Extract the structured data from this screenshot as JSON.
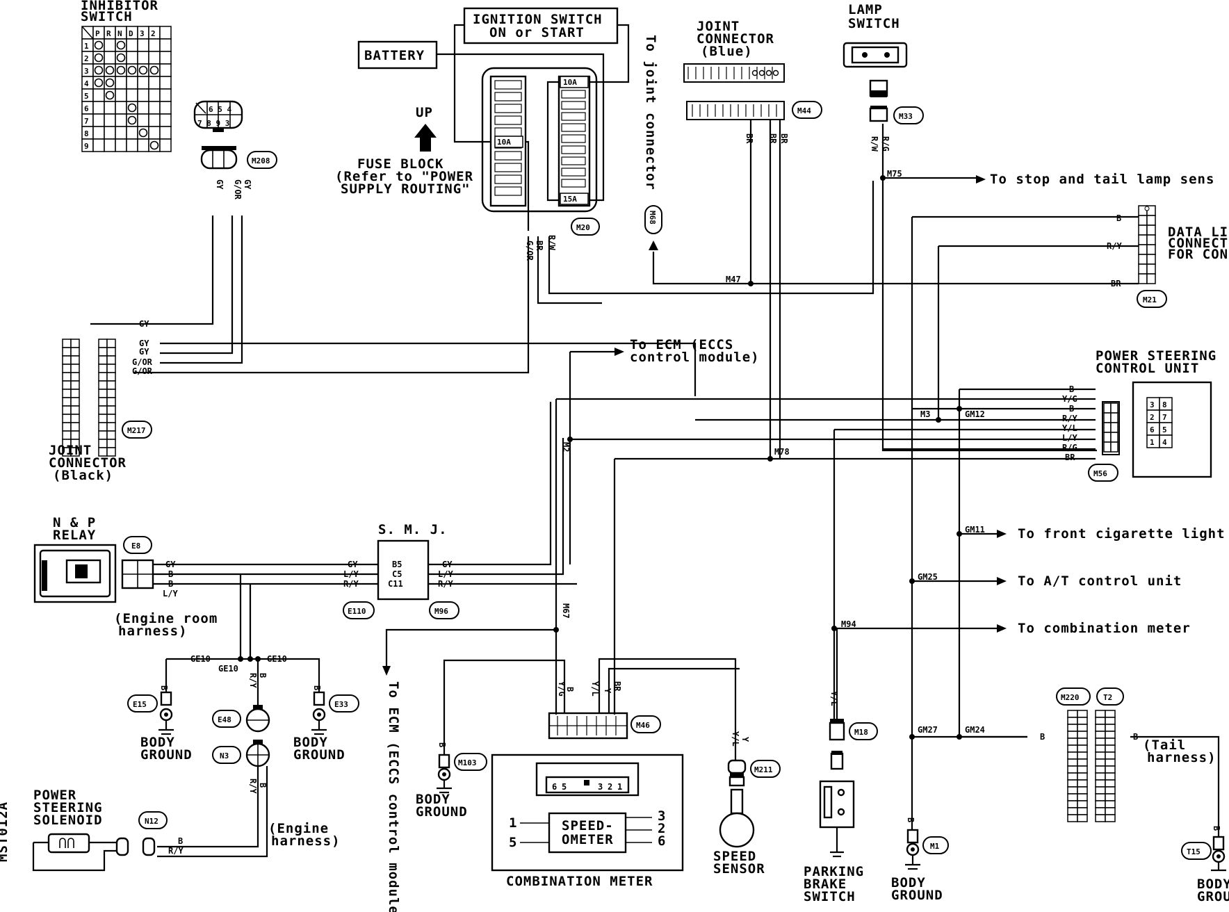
{
  "labels": {
    "inhibitor_switch": [
      "INHIBITOR",
      "SWITCH"
    ],
    "inhibitor_header": [
      "P",
      "R",
      "N",
      "D",
      "3",
      "2"
    ],
    "inhibitor_rows": [
      "1",
      "2",
      "3",
      "4",
      "5",
      "6",
      "7",
      "8",
      "9"
    ],
    "inhibitor_plug_top": "6 5 4",
    "inhibitor_plug_bottom": "7 8 9 3",
    "ignition_switch": [
      "IGNITION SWITCH",
      "ON or START"
    ],
    "battery": "BATTERY",
    "up": "UP",
    "fuse_block": [
      "FUSE BLOCK",
      "(Refer to \"POWER",
      "SUPPLY ROUTING\""
    ],
    "fuse_10a_a": "10A",
    "fuse_10a_b": "10A",
    "fuse_15a": "15A",
    "to_joint_connector": "To joint connector",
    "joint_connector_blue": [
      "JOINT",
      "CONNECTOR",
      "(Blue)"
    ],
    "lamp_switch": [
      "LAMP",
      "SWITCH"
    ],
    "to_stop_tail": "To stop and tail lamp sens",
    "data_link": [
      "DATA LIN",
      "CONNECT",
      "FOR CON"
    ],
    "to_ecm": [
      "To ECM (ECCS",
      "control module)"
    ],
    "to_ecm_vertical": "To ECM (ECCS control module)",
    "joint_connector_black": [
      "JOINT",
      "CONNECTOR",
      "(Black)"
    ],
    "psu": [
      "POWER STEERING",
      "CONTROL UNIT"
    ],
    "psu_pins": [
      "3",
      "8",
      "2",
      "7",
      "6",
      "5",
      "1",
      "4"
    ],
    "np_relay": [
      "N & P",
      "RELAY"
    ],
    "smj": "S. M. J.",
    "smj_pins": [
      "B5",
      "C5",
      "C11"
    ],
    "engine_room_harness": [
      "(Engine room",
      "harness)"
    ],
    "engine_harness": [
      "(Engine",
      "harness)"
    ],
    "body_ground": [
      "BODY",
      "GROUND"
    ],
    "power_steering_solenoid": [
      "POWER",
      "STEERING",
      "SOLENOID"
    ],
    "combination_meter": "COMBINATION METER",
    "speedometer": [
      "SPEED-",
      "OMETER"
    ],
    "meter_pins_top": [
      "6",
      "5",
      "3",
      "2",
      "1"
    ],
    "meter_pins_left": [
      "1",
      "5"
    ],
    "meter_pins_right": [
      "3",
      "2",
      "6"
    ],
    "speed_sensor": [
      "SPEED",
      "SENSOR"
    ],
    "parking_brake": [
      "PARKING",
      "BRAKE",
      "SWITCH"
    ],
    "tail_harness": [
      "(Tail",
      "harness)"
    ],
    "to_front_cig": "To front cigarette light",
    "to_at": "To A/T control unit",
    "to_combination": "To combination meter",
    "diagram_code": "MST012A"
  },
  "connectors": [
    "M208",
    "M20",
    "M68",
    "M44",
    "M33",
    "M21",
    "M217",
    "M56",
    "E8",
    "E110",
    "M96",
    "E15",
    "E48",
    "N3",
    "E33",
    "N12",
    "M103",
    "M46",
    "M211",
    "M18",
    "M1",
    "M220",
    "T2",
    "T15"
  ],
  "junctions": [
    "M75",
    "M47",
    "M3",
    "GM12",
    "M2",
    "M78",
    "GM11",
    "GM25",
    "M94",
    "M67",
    "GM27",
    "GM24",
    "GE10"
  ],
  "wires": [
    "GY",
    "G/OR",
    "B",
    "R/Y",
    "BR",
    "R/W",
    "R/G",
    "Y/G",
    "Y/L",
    "L/Y",
    "Y"
  ]
}
